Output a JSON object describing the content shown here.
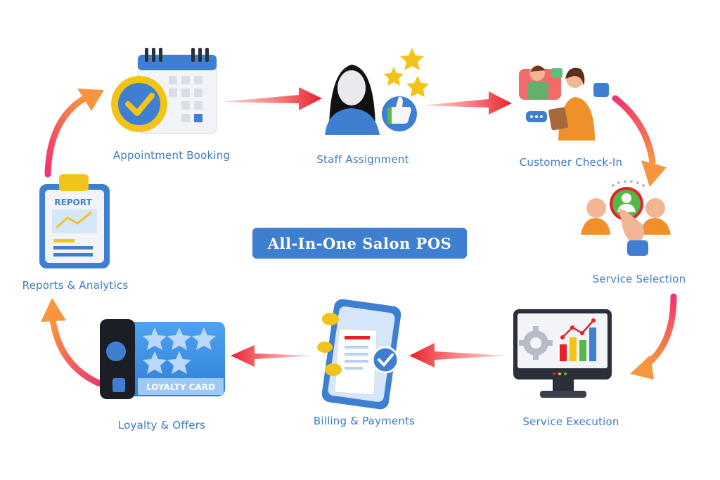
{
  "title": "All-In-One Salon POS",
  "steps": [
    {
      "label": "Appointment Booking",
      "icon": "calendar-check-icon"
    },
    {
      "label": "Staff Assignment",
      "icon": "staff-rating-icon"
    },
    {
      "label": "Customer Check-In",
      "icon": "check-in-chat-icon"
    },
    {
      "label": "Service Selection",
      "icon": "select-person-icon"
    },
    {
      "label": "Service Execution",
      "icon": "monitor-chart-icon"
    },
    {
      "label": "Billing & Payments",
      "icon": "phone-receipt-icon"
    },
    {
      "label": "Loyalty & Offers",
      "icon": "loyalty-card-icon"
    },
    {
      "label": "Reports & Analytics",
      "icon": "report-clipboard-icon"
    }
  ],
  "loyalty_card_text": "LOYALTY CARD",
  "report_text": "REPORT",
  "colors": {
    "accent": "#3f7fd1",
    "label": "#3f79c4",
    "arrow_red": "#e8202a",
    "arrow_orange": "#f7963f",
    "arrow_pink": "#f0356e"
  }
}
